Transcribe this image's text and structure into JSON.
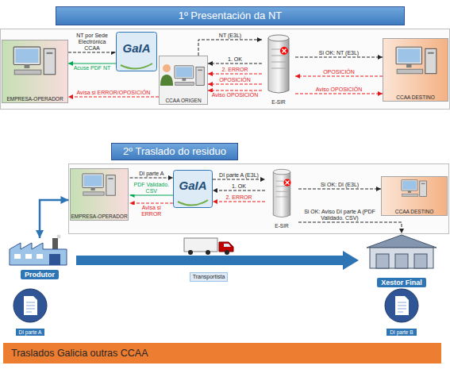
{
  "diagram": {
    "nodes": [
      {
        "text": [
          "1º Presentación da NT"
        ]
      },
      {
        "text": [
          "EMPRESA-OPERADOR"
        ]
      },
      {
        "text": [
          "GaIA"
        ]
      },
      {
        "text": [
          "CCAA ORIGEN"
        ]
      },
      {
        "text": [
          "E-SIR"
        ]
      },
      {
        "text": [
          "CCAA DESTINO"
        ]
      },
      {
        "text": [
          "2º Traslado do residuo"
        ]
      },
      {
        "text": [
          "EMPRESA-OPERADOR"
        ]
      },
      {
        "text": [
          "GaIA"
        ]
      },
      {
        "text": [
          "E-SIR"
        ]
      },
      {
        "text": [
          "CCAA DESTINO"
        ]
      },
      {
        "text": [
          "Produtor"
        ]
      },
      {
        "text": [
          "Transportista"
        ]
      },
      {
        "text": [
          "Xestor Final"
        ]
      },
      {
        "text": [
          "DI parte A"
        ]
      },
      {
        "text": [
          "DI parte B"
        ]
      },
      {
        "text": [
          "Traslados Galicia outras CCAA"
        ]
      }
    ],
    "edges": [
      {
        "from": 1,
        "to": 2,
        "arrow": "to",
        "label": "NT por Sede Electrónica CCAA"
      },
      {
        "from": 2,
        "to": 1,
        "arrow": "to",
        "label": "Acuse PDF NT"
      },
      {
        "from": 3,
        "to": 4,
        "arrow": "to",
        "label": "NT (E3L)"
      },
      {
        "from": 4,
        "to": 3,
        "arrow": "to",
        "label": "1. OK"
      },
      {
        "from": 4,
        "to": 3,
        "arrow": "to",
        "label": "2. ERROR"
      },
      {
        "from": 4,
        "to": 3,
        "arrow": "to",
        "label": "OPOSICIÓN"
      },
      {
        "from": 4,
        "to": 3,
        "arrow": "to",
        "label": "Aviso OPOSICIÓN"
      },
      {
        "from": 4,
        "to": 5,
        "arrow": "to",
        "label": "Si OK: NT (E3L)"
      },
      {
        "from": 5,
        "to": 4,
        "arrow": "to",
        "label": "OPOSICIÓN"
      },
      {
        "from": 4,
        "to": 5,
        "arrow": "to",
        "label": "Aviso OPOSICIÓN"
      },
      {
        "from": 3,
        "to": 1,
        "arrow": "to",
        "label": "Avisa si ERROR/OPOSICIÓN"
      },
      {
        "from": 7,
        "to": 8,
        "arrow": "to",
        "label": "DI parte A"
      },
      {
        "from": 8,
        "to": 7,
        "arrow": "to",
        "label": "PDF Validado. CSV"
      },
      {
        "from": 8,
        "to": 7,
        "arrow": "to",
        "label": "Avisa si ERROR"
      },
      {
        "from": 8,
        "to": 9,
        "arrow": "to",
        "label": "DI parte A (E3L)"
      },
      {
        "from": 9,
        "to": 8,
        "arrow": "to",
        "label": "1. OK"
      },
      {
        "from": 9,
        "to": 8,
        "arrow": "to",
        "label": "2. ERROR"
      },
      {
        "from": 9,
        "to": 10,
        "arrow": "to",
        "label": "Si OK: DI (E3L)"
      },
      {
        "from": 9,
        "to": 13,
        "arrow": "to",
        "label": "Si OK: Aviso DI parte A (PDF Validado. CSV)"
      },
      {
        "from": 7,
        "to": 11,
        "arrow": "both"
      },
      {
        "from": 11,
        "to": 13,
        "arrow": "to"
      }
    ]
  }
}
